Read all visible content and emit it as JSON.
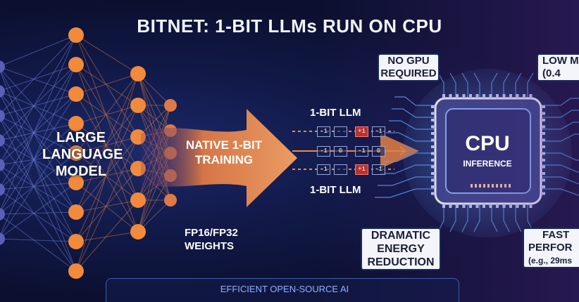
{
  "title": "BITNET: 1-BIT LLMs RUN ON CPU",
  "left": {
    "llm_label": [
      "LARGE",
      "LANGUAGE",
      "MODEL"
    ],
    "native_training": [
      "NATIVE 1-BIT",
      "TRAINING"
    ],
    "weights": [
      "FP16/FP32",
      "WEIGHTS"
    ]
  },
  "middle": {
    "top_label": "1-BIT LLM",
    "bottom_label": "1-BIT LLM",
    "rows": [
      [
        "-1",
        "",
        "+1",
        "-1"
      ],
      [
        "-1",
        "0",
        "-1",
        "0"
      ],
      [
        "-1",
        "",
        "+1",
        "-1"
      ]
    ]
  },
  "cpu": {
    "title": "CPU",
    "subtitle": "INFERENCE"
  },
  "callouts": {
    "no_gpu": [
      "NO GPU",
      "REQUIRED"
    ],
    "low_memory": [
      "LOW M",
      "(0.4"
    ],
    "energy": [
      "DRAMATIC",
      "ENERGY",
      "REDUCTION"
    ],
    "fast": [
      "FAST",
      "PERFOR",
      "(e.g., 29ms"
    ]
  },
  "footer": "EFFICIENT OPEN-SOURCE AI",
  "colors": {
    "accent_orange": "#f28a3c",
    "node_blue": "#6a7bd6",
    "chip_border": "#ffffff",
    "trace": "#5fb0ff"
  }
}
